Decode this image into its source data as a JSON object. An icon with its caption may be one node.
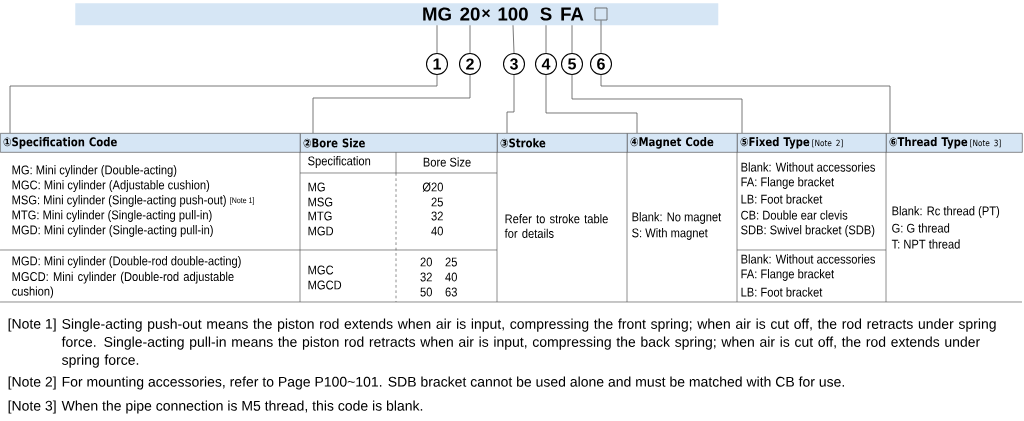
{
  "diagram": {
    "nodes": [
      {
        "text": [],
        "shape": "bar"
      },
      {
        "text": [
          "MG"
        ],
        "in": 0
      },
      {
        "text": [
          "20"
        ],
        "in": 0
      },
      {
        "text": [
          "100"
        ],
        "in": 0
      },
      {
        "text": [
          "S"
        ],
        "in": 0
      },
      {
        "text": [
          "FA"
        ],
        "in": 0
      },
      {
        "text": [],
        "shape": "box",
        "in": 0
      },
      {
        "text": [
          "1"
        ]
      },
      {
        "text": [
          "2"
        ]
      },
      {
        "text": [
          "3"
        ]
      },
      {
        "text": [
          "4"
        ]
      },
      {
        "text": [
          "5"
        ]
      },
      {
        "text": [
          "6"
        ]
      },
      {
        "text": [
          "①Specification Code"
        ]
      },
      {
        "text": [
          "②Bore Size"
        ]
      },
      {
        "text": [
          "③Stroke"
        ]
      },
      {
        "text": [
          "④Magnet Code"
        ]
      },
      {
        "text": [
          "⑤Fixed Type",
          "[Note 2]"
        ]
      },
      {
        "text": [
          "⑥Thread Type",
          "[Note 3]"
        ]
      }
    ],
    "edges": [
      {
        "from": 1,
        "to": 7,
        "arrow": "none"
      },
      {
        "from": 2,
        "to": 8,
        "arrow": "none"
      },
      {
        "from": 3,
        "to": 9,
        "arrow": "none"
      },
      {
        "from": 4,
        "to": 10,
        "arrow": "none"
      },
      {
        "from": 5,
        "to": 11,
        "arrow": "none"
      },
      {
        "from": 6,
        "to": 12,
        "arrow": "none"
      },
      {
        "from": 7,
        "to": 13,
        "arrow": "none"
      },
      {
        "from": 8,
        "to": 14,
        "arrow": "none"
      },
      {
        "from": 9,
        "to": 15,
        "arrow": "none"
      },
      {
        "from": 10,
        "to": 16,
        "arrow": "none"
      },
      {
        "from": 11,
        "to": 17,
        "arrow": "none"
      },
      {
        "from": 12,
        "to": 18,
        "arrow": "none"
      }
    ],
    "labels": [
      "×",
      "Specification",
      "Bore Size",
      "MG: Mini cylinder (Double-acting)",
      "MGC: Mini cylinder (Adjustable cushion)",
      "MSG: Mini cylinder (Single-acting push-out)",
      "[Note 1]",
      "MTG: Mini cylinder (Single-acting pull-in)",
      "MGD: Mini cylinder (Single-acting pull-in)",
      "MG",
      "Ø20",
      "MSG",
      "25",
      "MTG",
      "32",
      "MGD",
      "40",
      "Refer to stroke table for details",
      "Blank: No magnet",
      "S: With magnet",
      "Blank: Without accessories",
      "FA: Flange bracket",
      "LB: Foot bracket",
      "CB: Double ear clevis",
      "SDB: Swivel bracket (SDB)",
      "Blank: Rc thread (PT)",
      "G: G thread",
      "T: NPT thread",
      "MGD: Mini cylinder (Double-rod double-acting)",
      "MGCD: Mini cylinder (Double-rod adjustable cushion)",
      "MGC",
      "MGCD",
      "20",
      "25",
      "32",
      "40",
      "50",
      "63",
      "Blank: Without accessories",
      "FA: Flange bracket",
      "LB: Foot bracket",
      "[Note 1]",
      "Single-acting push-out means the piston rod extends when air is input, compressing the front spring; when air is cut off, the rod retracts under spring force. Single-acting pull-in means the piston rod retracts when air is input, compressing the back spring; when air is cut off, the rod extends under spring force.",
      "[Note 2]",
      "For mounting accessories, refer to Page P100~101. SDB bracket cannot be used alone and must be matched with CB for use.",
      "[Note 3]",
      "When the pipe connection is M5 thread, this code is blank."
    ]
  }
}
